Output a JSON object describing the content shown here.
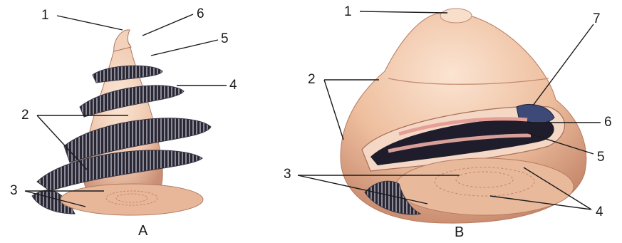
{
  "panels": [
    {
      "caption": "A",
      "labels": [
        "1",
        "6",
        "5",
        "4",
        "2",
        "3"
      ]
    },
    {
      "caption": "B",
      "labels": [
        "1",
        "2",
        "7",
        "6",
        "5",
        "3",
        "4"
      ]
    }
  ],
  "colors": {
    "shell_light": "#f6dcc6",
    "shell_mid": "#e7b89c",
    "shell_dark": "#c98e74",
    "cavity_dark": "#1f1d2b",
    "cavity_blue": "#3d4a78",
    "leader_line": "#1a1a1a"
  }
}
